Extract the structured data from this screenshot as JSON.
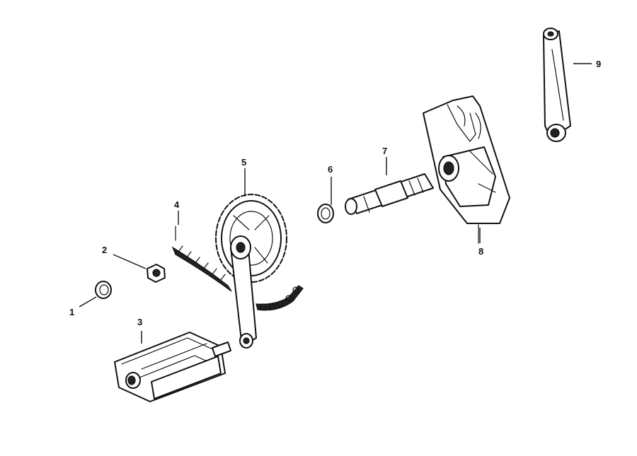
{
  "callouts": [
    {
      "id": "1",
      "text": "1"
    },
    {
      "id": "2",
      "text": "2"
    },
    {
      "id": "3",
      "text": "3"
    },
    {
      "id": "4",
      "text": "4"
    },
    {
      "id": "5",
      "text": "5"
    },
    {
      "id": "6",
      "text": "6"
    },
    {
      "id": "7",
      "text": "7"
    },
    {
      "id": "8",
      "text": "8"
    },
    {
      "id": "9",
      "text": "9"
    }
  ],
  "colors": {
    "line": "#111111",
    "background": "#ffffff"
  }
}
